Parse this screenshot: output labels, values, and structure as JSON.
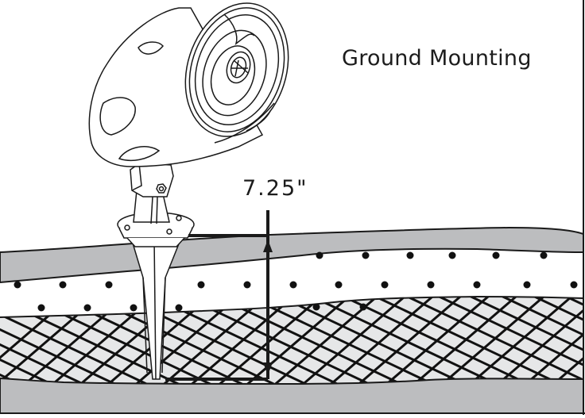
{
  "diagram": {
    "title": "Ground Mounting",
    "dimension": {
      "label": "7.25\"",
      "description": "Stake depth from ground surface to spike tip"
    },
    "components": {
      "speaker": "Outdoor speaker head",
      "bracket": "Swivel mounting bracket",
      "stake": "Ground spike / stake"
    },
    "ground_layers": [
      {
        "name": "Top soil (gray band)",
        "fill": "#bcbdbf"
      },
      {
        "name": "Dotted soil layer",
        "fill": "#ffffff"
      },
      {
        "name": "Cross-hatched sub-soil",
        "fill": "#e6e7e8"
      },
      {
        "name": "Bottom gray band",
        "fill": "#bcbdbf"
      }
    ],
    "colors": {
      "line": "#1a1a1a",
      "gray_band": "#bcbdbf",
      "hatch_fill": "#e6e7e8",
      "background": "#ffffff"
    }
  }
}
